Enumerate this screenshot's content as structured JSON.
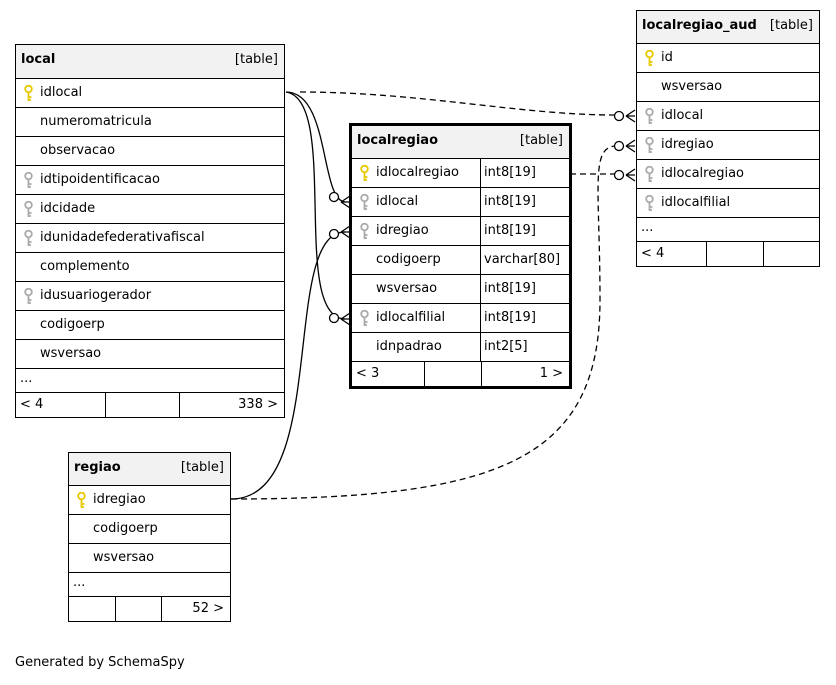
{
  "tables": {
    "local": {
      "name": "local",
      "kind": "[table]",
      "columns": [
        "idlocal",
        "numeromatricula",
        "observacao",
        "idtipoidentificacao",
        "idcidade",
        "idunidadefederativafiscal",
        "complemento",
        "idusuariogerador",
        "codigoerp",
        "wsversao"
      ],
      "icons": [
        "pk-key-icon",
        "none",
        "none",
        "fk-key-icon",
        "fk-key-icon",
        "fk-key-icon",
        "none",
        "fk-key-icon",
        "none",
        "none"
      ],
      "ellipsis": "...",
      "footer_left": "< 4",
      "footer_right": "338 >"
    },
    "localregiao": {
      "name": "localregiao",
      "kind": "[table]",
      "columns": [
        "idlocalregiao",
        "idlocal",
        "idregiao",
        "codigoerp",
        "wsversao",
        "idlocalfilial",
        "idnpadrao"
      ],
      "types": [
        "int8[19]",
        "int8[19]",
        "int8[19]",
        "varchar[80]",
        "int8[19]",
        "int8[19]",
        "int2[5]"
      ],
      "icons": [
        "pk-key-icon",
        "fk-key-icon",
        "fk-key-icon",
        "none",
        "none",
        "fk-key-icon",
        "none"
      ],
      "footer_left": "< 3",
      "footer_right": "1 >"
    },
    "localregiao_aud": {
      "name": "localregiao_aud",
      "kind": "[table]",
      "columns": [
        "id",
        "wsversao",
        "idlocal",
        "idregiao",
        "idlocalregiao",
        "idlocalfilial"
      ],
      "icons": [
        "pk-key-icon",
        "none",
        "fk-key-icon",
        "fk-key-icon",
        "fk-key-icon",
        "fk-key-icon"
      ],
      "ellipsis": "...",
      "footer_left": "< 4",
      "footer_right": ""
    },
    "regiao": {
      "name": "regiao",
      "kind": "[table]",
      "columns": [
        "idregiao",
        "codigoerp",
        "wsversao"
      ],
      "icons": [
        "pk-key-icon",
        "none",
        "none"
      ],
      "ellipsis": "...",
      "footer_left": "",
      "footer_right": "52 >"
    }
  },
  "colors": {
    "primary_key": "#e8c800",
    "foreign_key": "#aaaaaa",
    "header_bg": "#f2f2f2"
  },
  "credit": "Generated by SchemaSpy"
}
